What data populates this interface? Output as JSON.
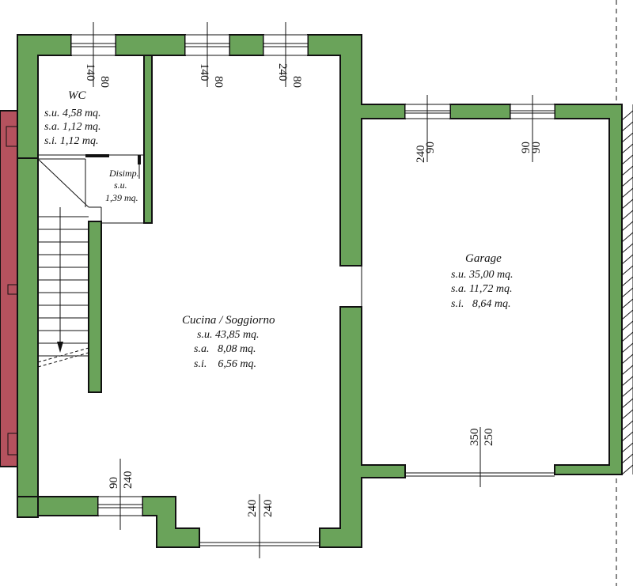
{
  "rooms": {
    "wc": {
      "name": "WC",
      "su": "s.u. 4,58 mq.",
      "sa": "s.a. 1,12 mq.",
      "si": "s.i. 1,12 mq."
    },
    "disimp": {
      "name": "Disimp.",
      "su": "s.u.",
      "area": "1,39 mq."
    },
    "cucina": {
      "name": "Cucina / Soggiorno",
      "su": "s.u. 43,85 mq.",
      "sa": "s.a.   8,08 mq.",
      "si": "s.i.    6,56 mq."
    },
    "garage": {
      "name": "Garage",
      "su": "s.u. 35,00 mq.",
      "sa": "s.a. 11,72 mq.",
      "si": "s.i.   8,64 mq."
    }
  },
  "dimensions": {
    "w1_top": "80",
    "w1_bot": "140",
    "w2_top": "80",
    "w2_bot": "140",
    "w3_top": "80",
    "w3_bot": "240",
    "g1_top": "90",
    "g1_bot": "240",
    "g2_top": "90",
    "g2_bot": "90",
    "garage_door_top": "250",
    "garage_door_bot": "350",
    "bl_top": "240",
    "bl_bot": "90",
    "bc_top": "240",
    "bc_bot": "240"
  },
  "colors": {
    "wall": "#6aa35a",
    "wall_adjacent": "#b5525e"
  }
}
